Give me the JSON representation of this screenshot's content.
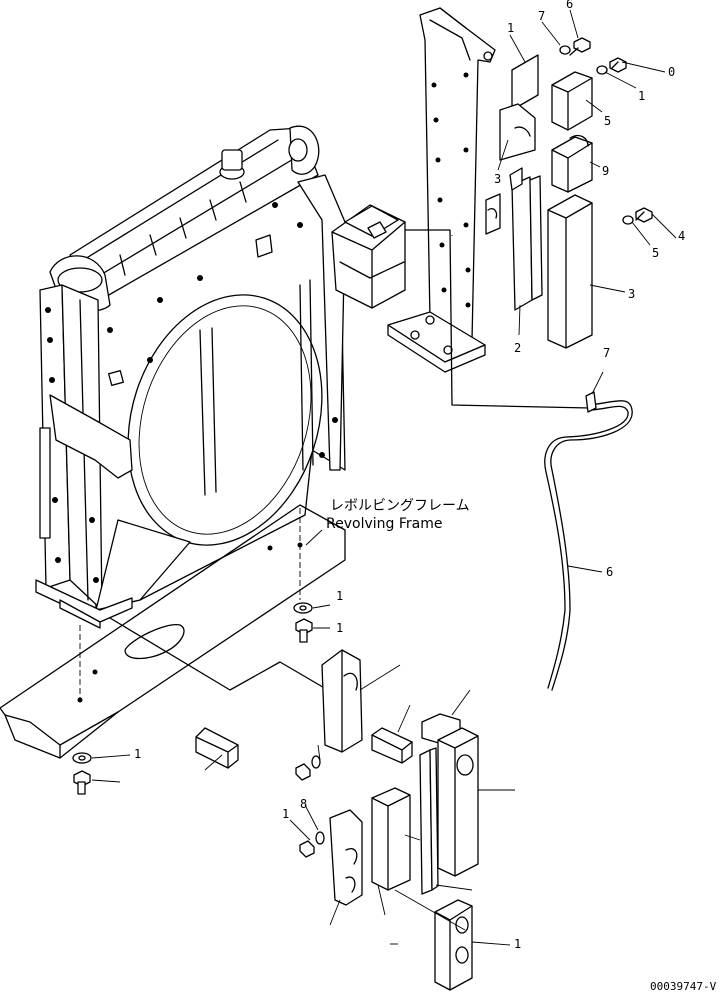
{
  "frame_label_jp": "レボルビングフレーム",
  "frame_label_en": "Revolving Frame",
  "drawing_code": "00039747-V",
  "callouts": {
    "c_top_7": "7",
    "c_top_6": "6",
    "c_top_1": "1",
    "c_top_0": "0",
    "c_r_1": "1",
    "c_r_5a": "5",
    "c_l_3": "3",
    "c_r_9": "9",
    "c_r_4": "4",
    "c_r_5b": "5",
    "c_r_3": "3",
    "c_m_2": "2",
    "c_hose_7": "7",
    "c_hose_6": "6",
    "c_b_1a": "1",
    "c_b_1b": "1",
    "c_b_1c": "1",
    "c_b_1d": "1",
    "c_b_8": "8",
    "c_b_1e": "1"
  }
}
